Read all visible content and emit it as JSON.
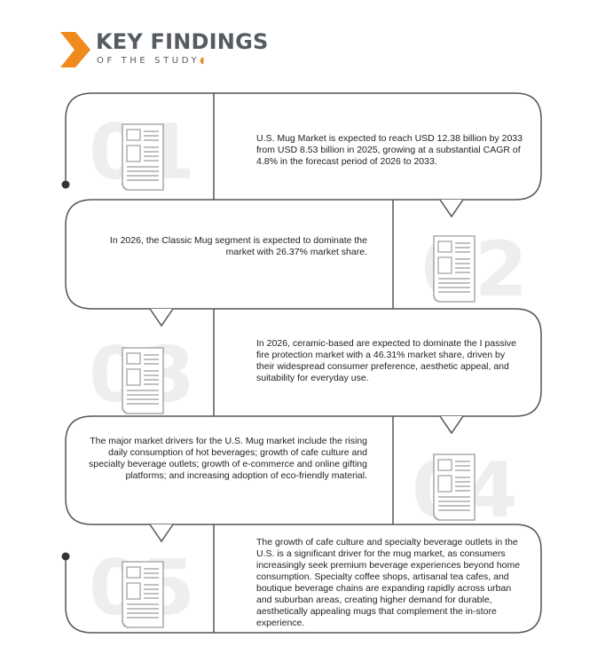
{
  "header": {
    "title": "KEY FINDINGS",
    "subtitle": "OF THE STUDY",
    "accent_color": "#F08A1D",
    "text_color": "#555B61"
  },
  "findings": [
    {
      "number": "01",
      "icon": "document-icon",
      "text": "U.S. Mug Market is expected to reach USD 12.38 billion by 2033 from USD 8.53 billion in 2025, growing at a substantial CAGR of 4.8% in the forecast period of 2026 to 2033."
    },
    {
      "number": "02",
      "icon": "document-icon",
      "text": "In 2026, the Classic Mug segment is expected to dominate the market with 26.37% market share."
    },
    {
      "number": "03",
      "icon": "document-icon",
      "text": "In 2026, ceramic-based are expected to dominate the I passive fire protection market with a 46.31% market share, driven by their widespread consumer preference, aesthetic appeal, and suitability for everyday use."
    },
    {
      "number": "04",
      "icon": "document-icon",
      "text": "The major market drivers for the U.S. Mug market include the rising daily consumption of hot beverages; growth of cafe culture and specialty beverage outlets; growth of e-commerce and online gifting platforms; and increasing adoption of eco-friendly material."
    },
    {
      "number": "05",
      "icon": "document-icon",
      "text": "The growth of cafe culture and specialty beverage outlets in the U.S. is a significant driver for the mug market, as consumers increasingly seek premium beverage experiences beyond home consumption. Specialty coffee shops, artisanal tea cafes, and boutique beverage chains are expanding rapidly across urban and suburban areas, creating higher demand for durable, aesthetically appealing mugs that complement the in-store experience."
    }
  ]
}
